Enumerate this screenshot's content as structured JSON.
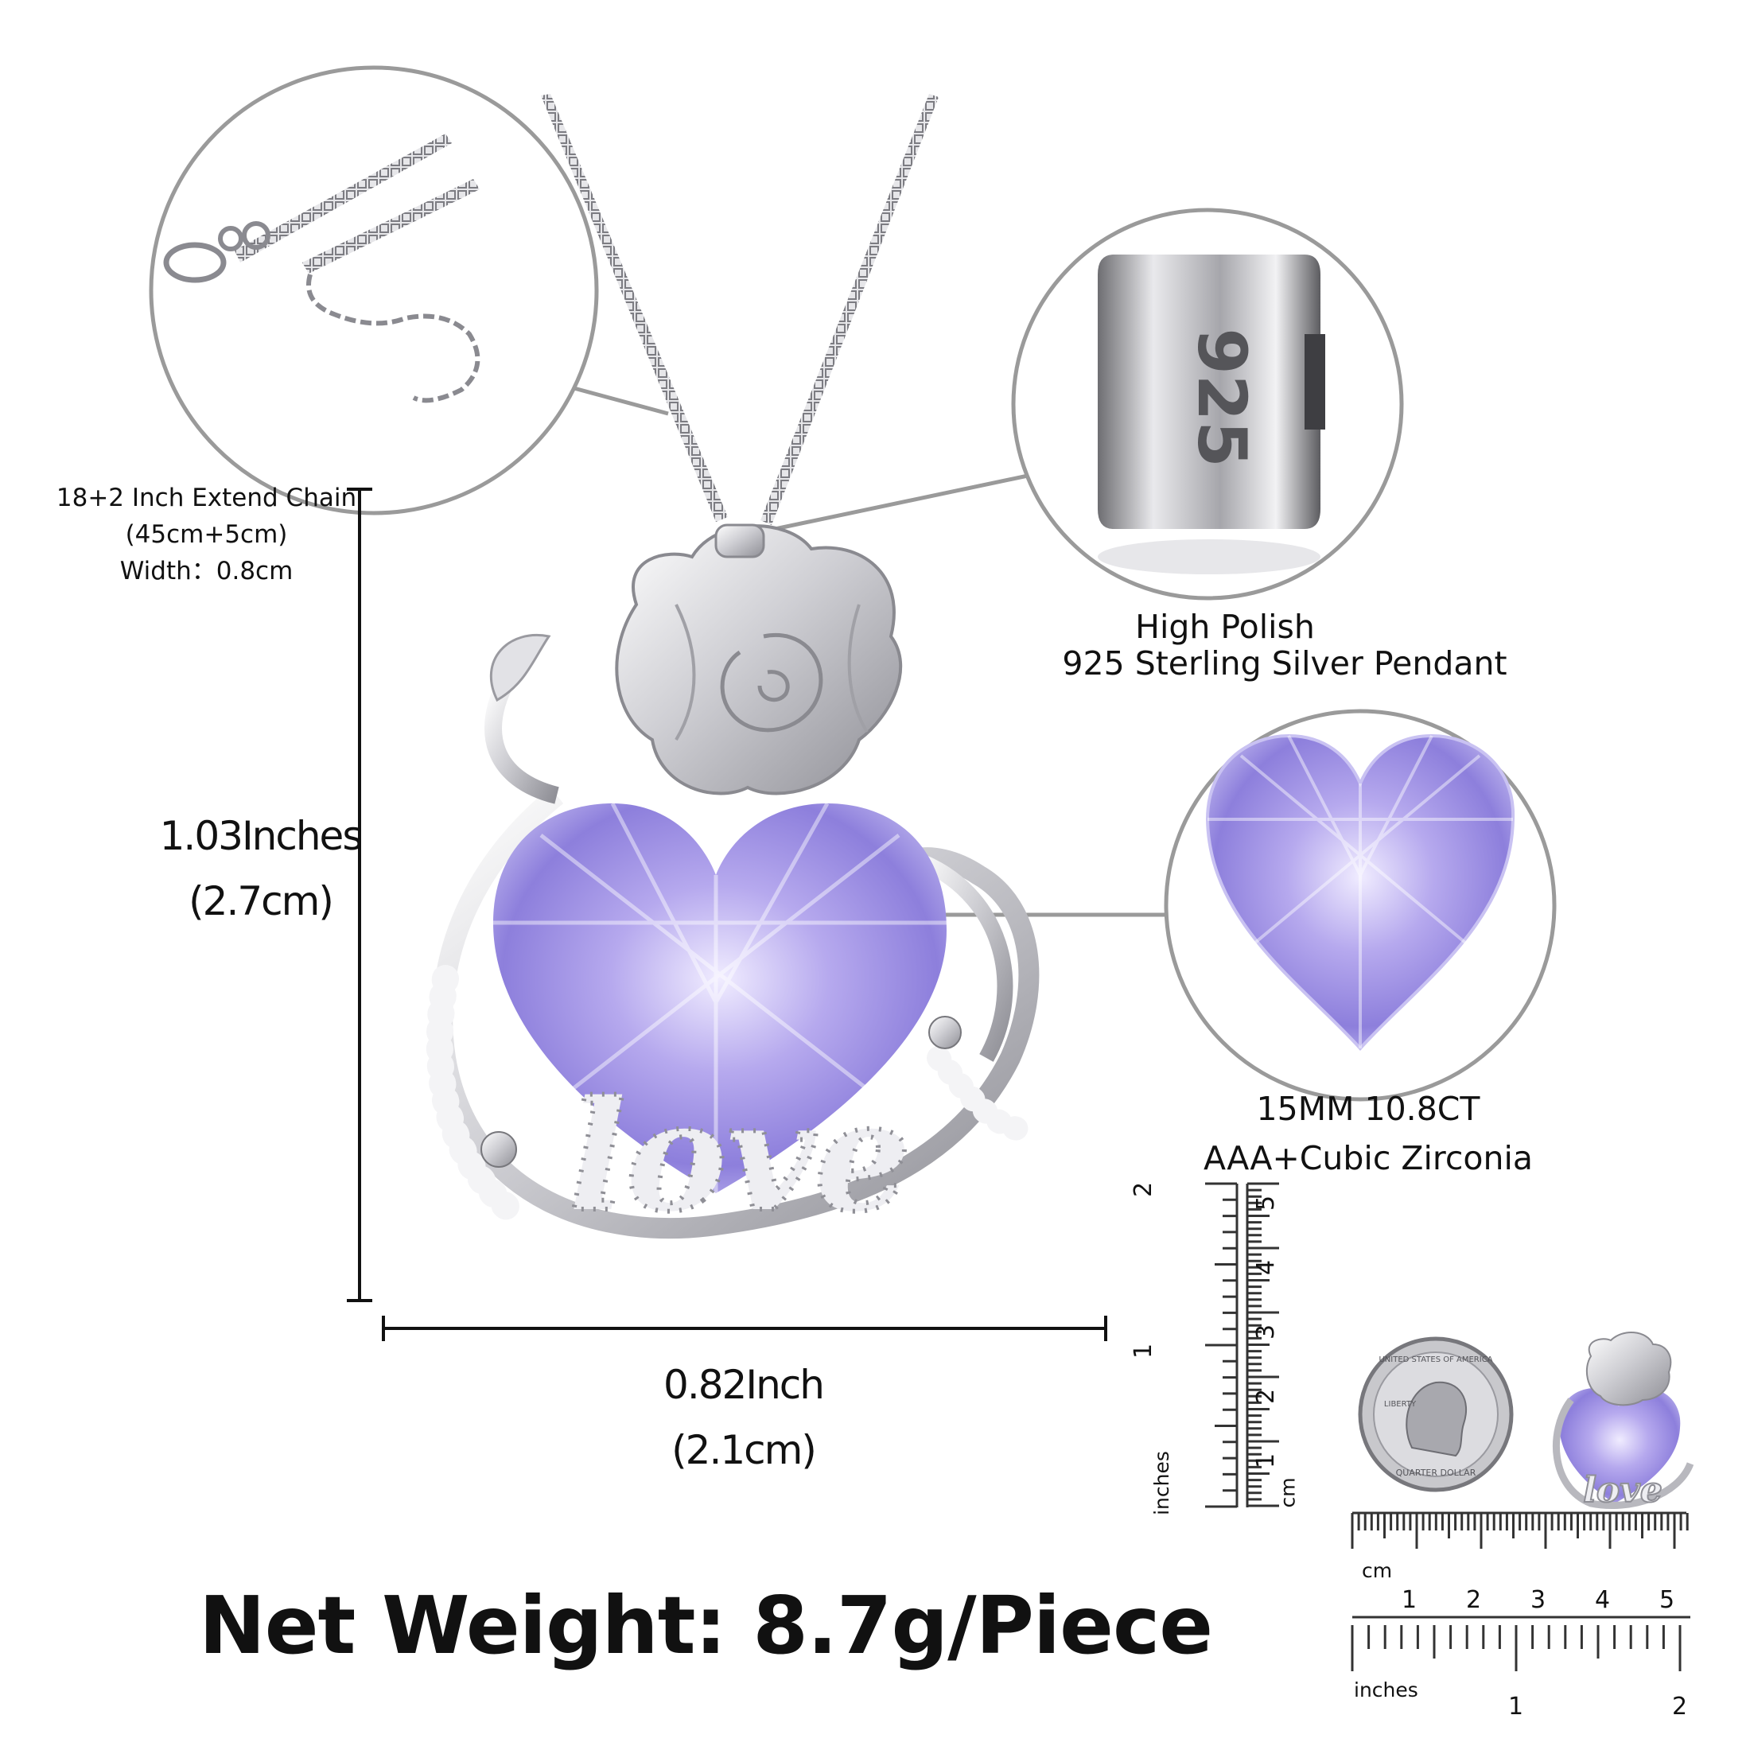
{
  "chain_spec": {
    "line1": "18+2 Inch Extend Chain",
    "line2": "(45cm+5cm)",
    "line3": "Width：0.8cm"
  },
  "height_dim": {
    "inches": "1.03Inches",
    "cm": "(2.7cm)"
  },
  "width_dim": {
    "inches": "0.82Inch",
    "cm": "(2.1cm)"
  },
  "silver_feature": {
    "line1": "High Polish",
    "line2": "925 Sterling Silver Pendant",
    "stamp": "925"
  },
  "stone_feature": {
    "line1": "15MM 10.8CT",
    "line2": "AAA+Cubic Zirconia"
  },
  "pendant_word": "love",
  "net_weight": "Net Weight: 8.7g/Piece",
  "ruler_vertical": {
    "inch_labels": [
      "2",
      "1"
    ],
    "cm_labels": [
      "5",
      "4",
      "3",
      "2",
      "1"
    ],
    "inch_unit": "inches",
    "cm_unit": "cm"
  },
  "ruler_horizontal": {
    "cm_labels": [
      "1",
      "2",
      "3",
      "4",
      "5"
    ],
    "inch_labels": [
      "1",
      "2"
    ],
    "cm_unit": "cm",
    "inch_unit": "inches"
  },
  "coin": {
    "top_text": "UNITED STATES OF AMERICA",
    "bottom_text": "QUARTER DOLLAR",
    "left_text": "LIBERTY"
  },
  "colors": {
    "amethyst": "#a99be6",
    "amethyst_dark": "#7b6bd0",
    "silver": "#d9d9dd",
    "line": "#8a8a8a"
  }
}
